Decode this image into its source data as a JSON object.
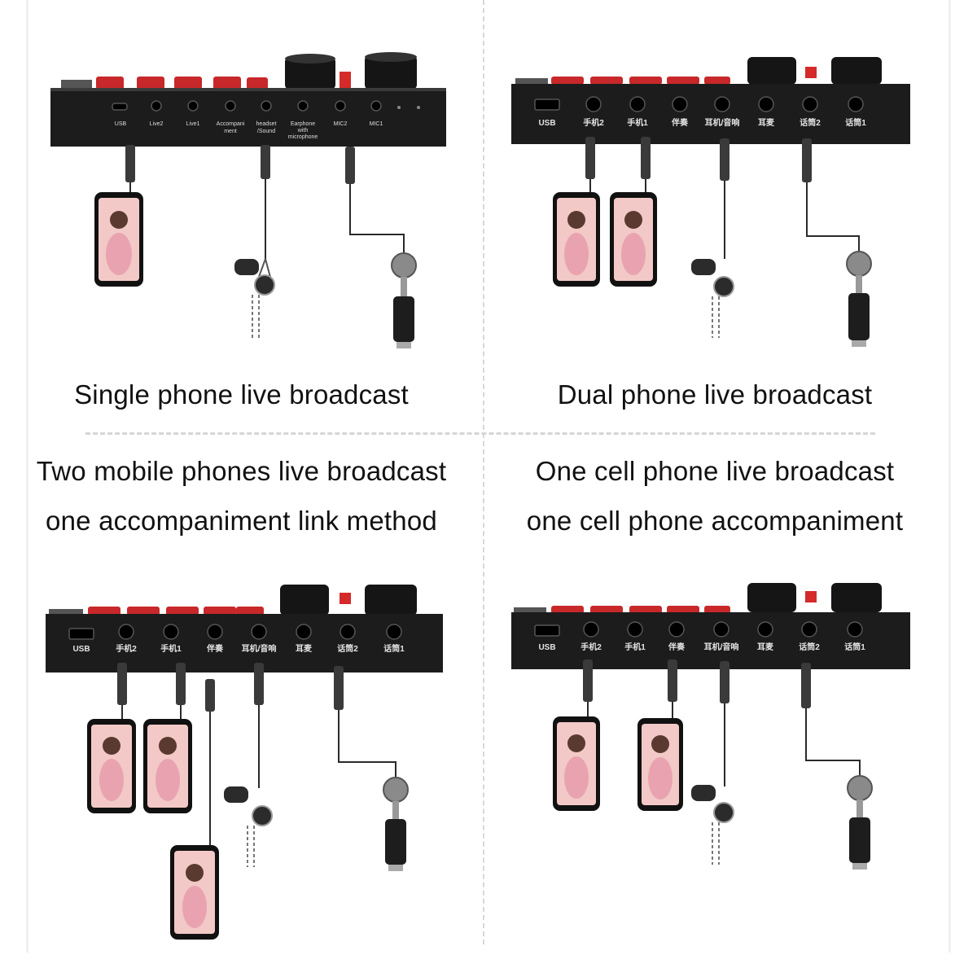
{
  "captions": {
    "top_left": "Single phone live broadcast",
    "top_right": "Dual phone live broadcast",
    "mid_left_line1": "Two mobile phones live broadcast",
    "mid_left_line2": "one accompaniment link method",
    "mid_right_line1": "One cell phone live broadcast",
    "mid_right_line2": "one cell phone accompaniment"
  },
  "ports_english": {
    "usb": "USB",
    "live2": "Live2",
    "live1": "Live1",
    "accompaniment_1": "Accompani",
    "accompaniment_2": "ment",
    "headset_1": "headset",
    "headset_2": "/Sound",
    "earphone_1": "Earphone",
    "earphone_2": "with",
    "earphone_3": "microphone",
    "mic2": "MIC2",
    "mic1": "MIC1"
  },
  "ports_chinese": {
    "usb": "USB",
    "phone2": "手机2",
    "phone1": "手机1",
    "accompaniment": "伴奏",
    "headset_sound": "耳机/音响",
    "earphone": "耳麦",
    "mic2": "话筒2",
    "mic1": "话筒1"
  },
  "colors": {
    "device_body": "#1c1c1c",
    "knob_red": "#c8282a",
    "cable": "#2a2a2a",
    "divider": "#d8d8d8"
  }
}
